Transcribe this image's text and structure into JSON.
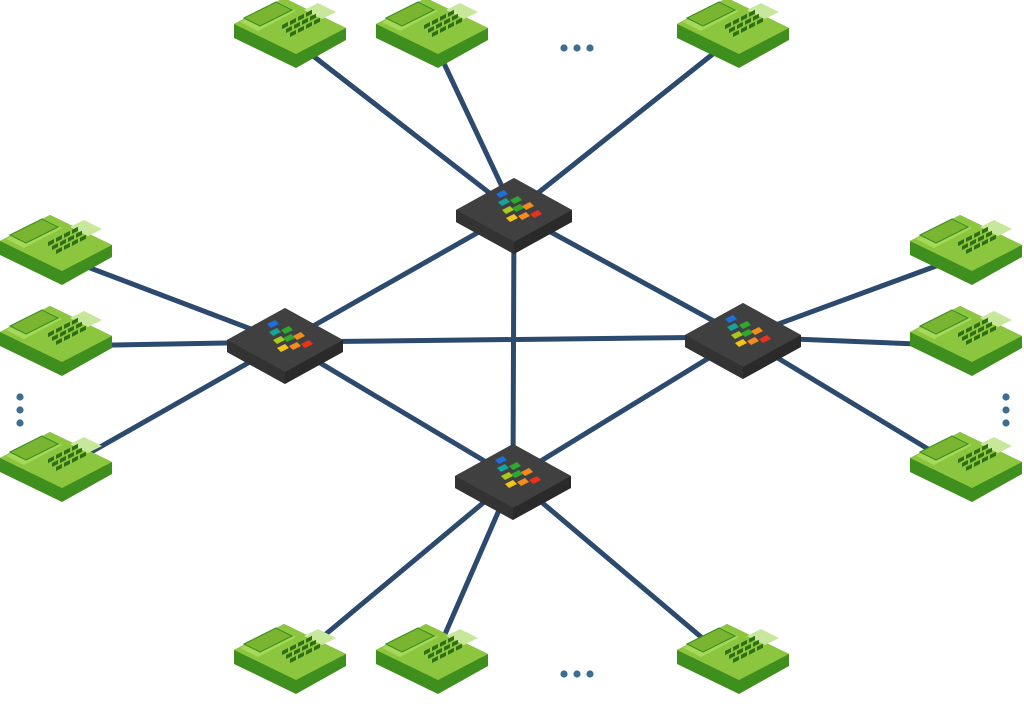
{
  "diagram": {
    "switch_mark_colors": [
      "#1e6fd9",
      "#16a39a",
      "#2fa82f",
      "#a8c81e",
      "#f2c41c",
      "#f28c1c",
      "#e8321e"
    ],
    "colors": {
      "link": "#2b4a6e",
      "switch_top": "#3f3f3f",
      "switch_side": "#2a2a2a",
      "phone_top": "#8cc63f",
      "phone_side": "#3f8f1f",
      "phone_detail": "#2e6e14",
      "ellipsis": "#3c6e8f"
    },
    "nodes": {
      "switches": [
        {
          "id": "switch-top",
          "icon": "network-switch-icon"
        },
        {
          "id": "switch-left",
          "icon": "network-switch-icon"
        },
        {
          "id": "switch-right",
          "icon": "network-switch-icon"
        },
        {
          "id": "switch-bottom",
          "icon": "network-switch-icon"
        }
      ],
      "phones": [
        {
          "id": "phone-top-1",
          "icon": "desk-phone-icon",
          "switch": "switch-top"
        },
        {
          "id": "phone-top-2",
          "icon": "desk-phone-icon",
          "switch": "switch-top"
        },
        {
          "id": "phone-top-3",
          "icon": "desk-phone-icon",
          "switch": "switch-top"
        },
        {
          "id": "phone-left-1",
          "icon": "desk-phone-icon",
          "switch": "switch-left"
        },
        {
          "id": "phone-left-2",
          "icon": "desk-phone-icon",
          "switch": "switch-left"
        },
        {
          "id": "phone-left-3",
          "icon": "desk-phone-icon",
          "switch": "switch-left"
        },
        {
          "id": "phone-right-1",
          "icon": "desk-phone-icon",
          "switch": "switch-right"
        },
        {
          "id": "phone-right-2",
          "icon": "desk-phone-icon",
          "switch": "switch-right"
        },
        {
          "id": "phone-right-3",
          "icon": "desk-phone-icon",
          "switch": "switch-right"
        },
        {
          "id": "phone-bottom-1",
          "icon": "desk-phone-icon",
          "switch": "switch-bottom"
        },
        {
          "id": "phone-bottom-2",
          "icon": "desk-phone-icon",
          "switch": "switch-bottom"
        },
        {
          "id": "phone-bottom-3",
          "icon": "desk-phone-icon",
          "switch": "switch-bottom"
        }
      ]
    },
    "switch_links": [
      [
        "switch-top",
        "switch-left"
      ],
      [
        "switch-top",
        "switch-right"
      ],
      [
        "switch-top",
        "switch-bottom"
      ],
      [
        "switch-left",
        "switch-right"
      ],
      [
        "switch-left",
        "switch-bottom"
      ],
      [
        "switch-right",
        "switch-bottom"
      ]
    ],
    "more_indicators": [
      "top",
      "left",
      "right",
      "bottom"
    ]
  }
}
